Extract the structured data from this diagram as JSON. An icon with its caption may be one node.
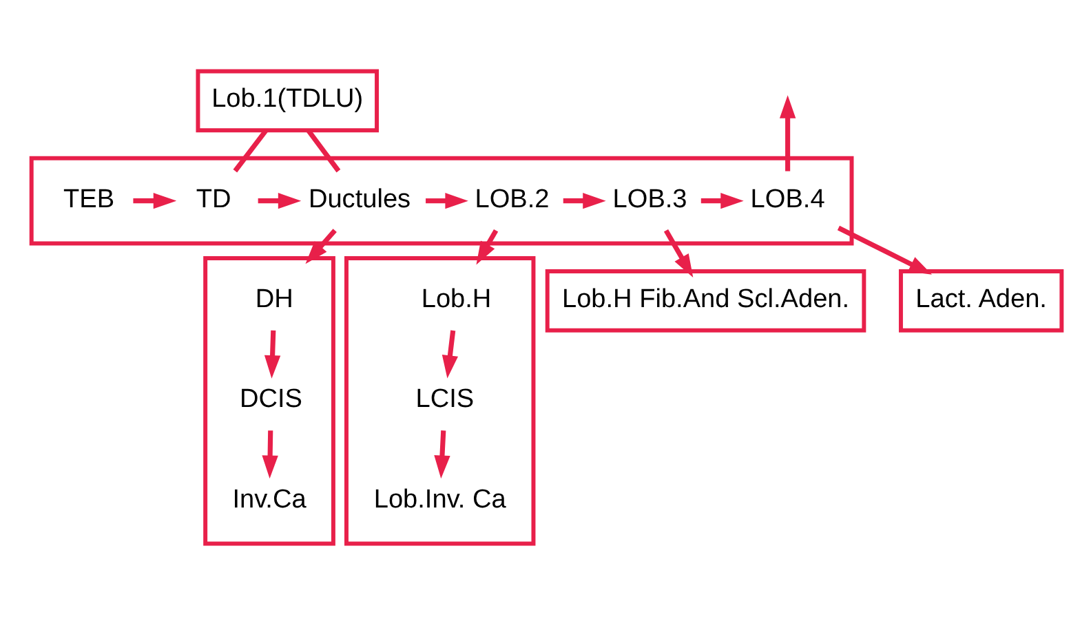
{
  "diagram": {
    "nodes": [
      {
        "text": [
          "Lob.1(TDLU)"
        ]
      },
      {
        "text": [],
        "shape": "box"
      },
      {
        "text": [
          "TEB"
        ],
        "in": 1
      },
      {
        "text": [
          "TD"
        ],
        "in": 1
      },
      {
        "text": [
          "Ductules"
        ],
        "in": 1
      },
      {
        "text": [
          "LOB.2"
        ],
        "in": 1
      },
      {
        "text": [
          "LOB.3"
        ],
        "in": 1
      },
      {
        "text": [
          "LOB.4"
        ],
        "in": 1
      },
      {
        "text": [],
        "shape": "box"
      },
      {
        "text": [
          "DH"
        ],
        "in": 8
      },
      {
        "text": [
          "DCIS"
        ],
        "in": 8
      },
      {
        "text": [
          "Inv.Ca"
        ],
        "in": 8
      },
      {
        "text": [],
        "shape": "box"
      },
      {
        "text": [
          "Lob.H"
        ],
        "in": 12
      },
      {
        "text": [
          "LCIS"
        ],
        "in": 12
      },
      {
        "text": [
          "Lob.Inv. Ca"
        ],
        "in": 12
      },
      {
        "text": [
          "Lob.H Fib.And Scl.Aden."
        ]
      },
      {
        "text": [
          "Lact. Aden."
        ]
      }
    ],
    "edges": [
      {
        "from": 2,
        "to": 3,
        "arrow": "to"
      },
      {
        "from": 3,
        "to": 4,
        "arrow": "to"
      },
      {
        "from": 4,
        "to": 5,
        "arrow": "to"
      },
      {
        "from": 5,
        "to": 6,
        "arrow": "to"
      },
      {
        "from": 6,
        "to": 7,
        "arrow": "to"
      },
      {
        "from": 7,
        "to": null,
        "arrow": "to"
      },
      {
        "from": 0,
        "to": 3,
        "arrow": "none"
      },
      {
        "from": 0,
        "to": 4,
        "arrow": "none"
      },
      {
        "from": 4,
        "to": 8,
        "arrow": "to"
      },
      {
        "from": 9,
        "to": 10,
        "arrow": "to"
      },
      {
        "from": 10,
        "to": 11,
        "arrow": "to"
      },
      {
        "from": 5,
        "to": 12,
        "arrow": "to"
      },
      {
        "from": 13,
        "to": 14,
        "arrow": "to"
      },
      {
        "from": 14,
        "to": 15,
        "arrow": "to"
      },
      {
        "from": 6,
        "to": 16,
        "arrow": "to"
      },
      {
        "from": 7,
        "to": 17,
        "arrow": "to"
      }
    ]
  }
}
